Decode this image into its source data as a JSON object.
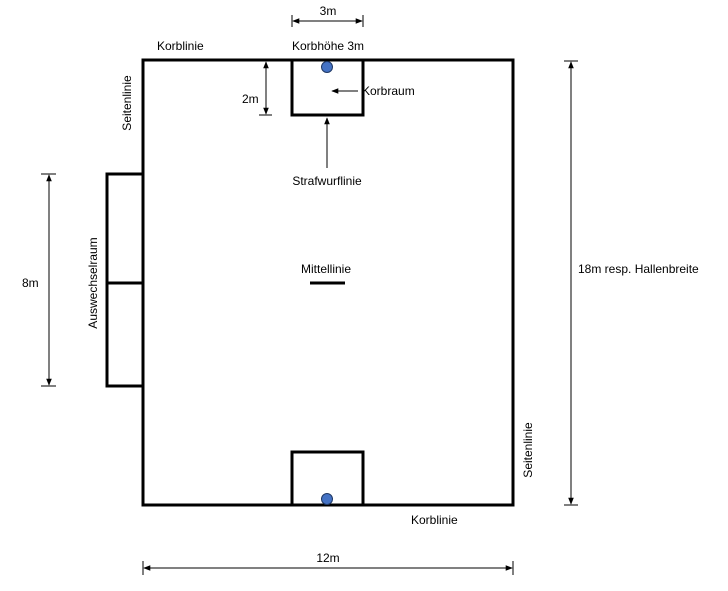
{
  "labels": {
    "korb_width": "3m",
    "korblinie_top": "Korblinie",
    "korbhoehe": "Korbhöhe 3m",
    "korbraum_depth": "2m",
    "korbraum": "Korbraum",
    "seitenlinie_left": "Seitenlinie",
    "strafwurflinie": "Strafwurflinie",
    "auswechselraum": "Auswechselraum",
    "auswechsel_length": "8m",
    "mittellinie": "Mittellinie",
    "court_width_right": "18m resp. Hallenbreite",
    "seitenlinie_right": "Seitenlinie",
    "korblinie_bottom": "Korblinie",
    "court_length": "12m"
  },
  "colors": {
    "line": "#000000",
    "basket": "#4472c4",
    "basket_stroke": "#1f3864",
    "background": "#ffffff"
  }
}
